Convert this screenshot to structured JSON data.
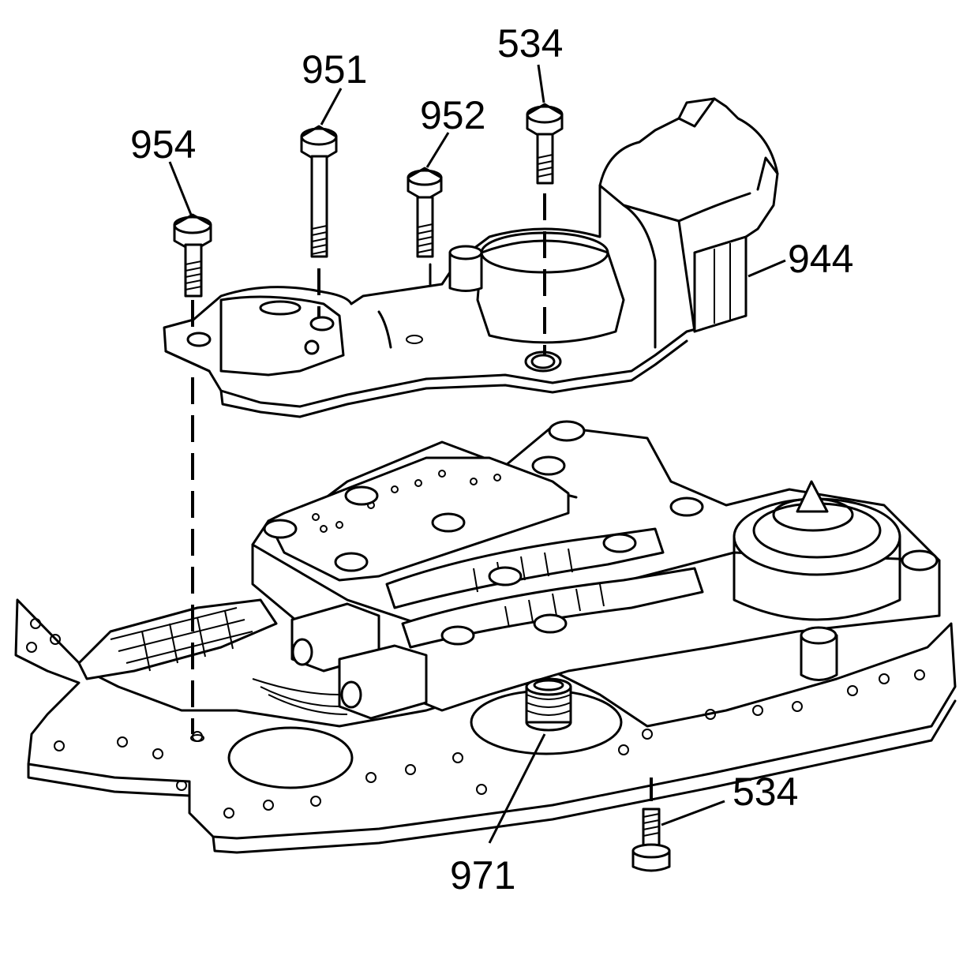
{
  "callouts": {
    "c534_top": "534",
    "c951": "951",
    "c952": "952",
    "c954": "954",
    "c944": "944",
    "c534_bottom": "534",
    "c971": "971"
  }
}
